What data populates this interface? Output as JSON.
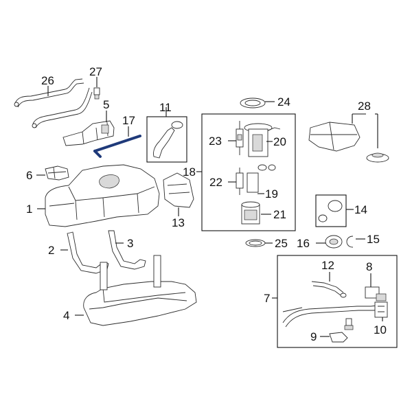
{
  "diagram": {
    "highlight_color": "#1f3a7a",
    "callouts": {
      "c1": "1",
      "c2": "2",
      "c3": "3",
      "c4": "4",
      "c5": "5",
      "c6": "6",
      "c7": "7",
      "c8": "8",
      "c9": "9",
      "c10": "10",
      "c11": "11",
      "c12": "12",
      "c13": "13",
      "c14": "14",
      "c15": "15",
      "c16": "16",
      "c17": "17",
      "c18": "18",
      "c19": "19",
      "c20": "20",
      "c21": "21",
      "c22": "22",
      "c23": "23",
      "c24": "24",
      "c25": "25",
      "c26": "26",
      "c27": "27",
      "c28": "28"
    }
  }
}
